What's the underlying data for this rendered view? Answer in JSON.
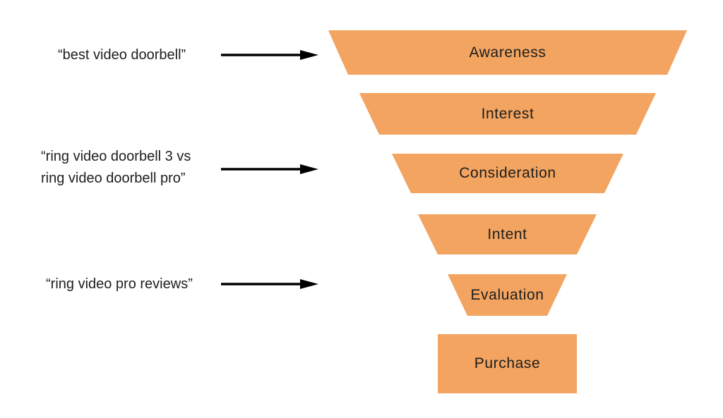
{
  "colors": {
    "funnel_fill": "#F2A460",
    "text": "#1E1E1E",
    "arrow": "#000000"
  },
  "funnel": {
    "stages": [
      {
        "label": "Awareness"
      },
      {
        "label": "Interest"
      },
      {
        "label": "Consideration"
      },
      {
        "label": "Intent"
      },
      {
        "label": "Evaluation"
      },
      {
        "label": "Purchase"
      }
    ]
  },
  "annotations": [
    {
      "lines": [
        "“best video doorbell”"
      ],
      "points_to": "Awareness"
    },
    {
      "lines": [
        "“ring video doorbell 3 vs",
        "ring video doorbell pro”"
      ],
      "points_to": "Consideration"
    },
    {
      "lines": [
        "“ring video pro reviews”"
      ],
      "points_to": "Evaluation"
    }
  ]
}
